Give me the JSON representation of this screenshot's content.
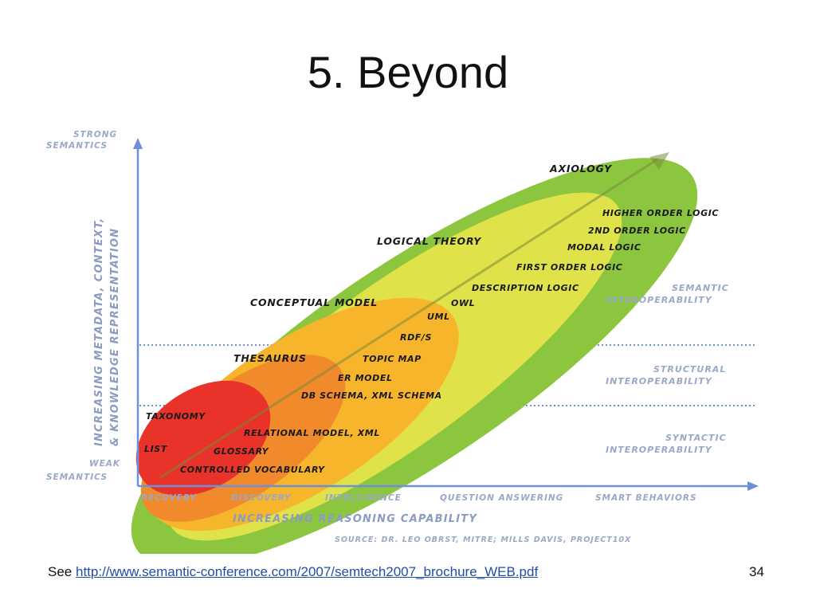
{
  "slide": {
    "title": "5. Beyond",
    "footer_prefix": "See",
    "footer_link": "http://www.semantic-conference.com/2007/semtech2007_brochure_WEB.pdf",
    "page_number": "34"
  },
  "diagram": {
    "y_axis_label_line1": "INCREASING METADATA, CONTEXT,",
    "y_axis_label_line2": "& KNOWLEDGE REPRESENTATION",
    "y_top_line1": "STRONG",
    "y_top_line2": "SEMANTICS",
    "y_bottom_line1": "WEAK",
    "y_bottom_line2": "SEMANTICS",
    "x_axis_label": "INCREASING REASONING CAPABILITY",
    "x_ticks": [
      "RECOVERY",
      "DISCOVERY",
      "INTELLIGENCE",
      "QUESTION ANSWERING",
      "SMART BEHAVIORS"
    ],
    "source": "SOURCE: DR. LEO OBRST, MITRE; MILLS DAVIS, PROJECT10X",
    "zones": [
      {
        "line1": "SEMANTIC",
        "line2": "INTEROPERABILITY"
      },
      {
        "line1": "STRUCTURAL",
        "line2": "INTEROPERABILITY"
      },
      {
        "line1": "SYNTACTIC",
        "line2": "INTEROPERABILITY"
      }
    ],
    "labels": {
      "axiology": "AXIOLOGY",
      "higher_order_logic": "HIGHER ORDER LOGIC",
      "second_order_logic": "2ND ORDER LOGIC",
      "modal_logic": "MODAL LOGIC",
      "logical_theory": "LOGICAL THEORY",
      "first_order_logic": "FIRST ORDER LOGIC",
      "description_logic": "DESCRIPTION LOGIC",
      "conceptual_model": "CONCEPTUAL MODEL",
      "owl": "OWL",
      "uml": "UML",
      "rdfs": "RDF/S",
      "thesaurus": "THESAURUS",
      "topic_map": "TOPIC MAP",
      "er_model": "ER MODEL",
      "db_schema": "DB SCHEMA, XML SCHEMA",
      "taxonomy": "TAXONOMY",
      "relational_model": "RELATIONAL MODEL, XML",
      "list": "LIST",
      "glossary": "GLOSSARY",
      "controlled_vocabulary": "CONTROLLED VOCABULARY"
    },
    "colors": {
      "green": "#8cc63f",
      "yellow": "#e8e64a",
      "orange": "#f7b52c",
      "orange_red": "#f08a2a",
      "red": "#e8322a",
      "axis_blue": "#6f8fd8"
    }
  }
}
